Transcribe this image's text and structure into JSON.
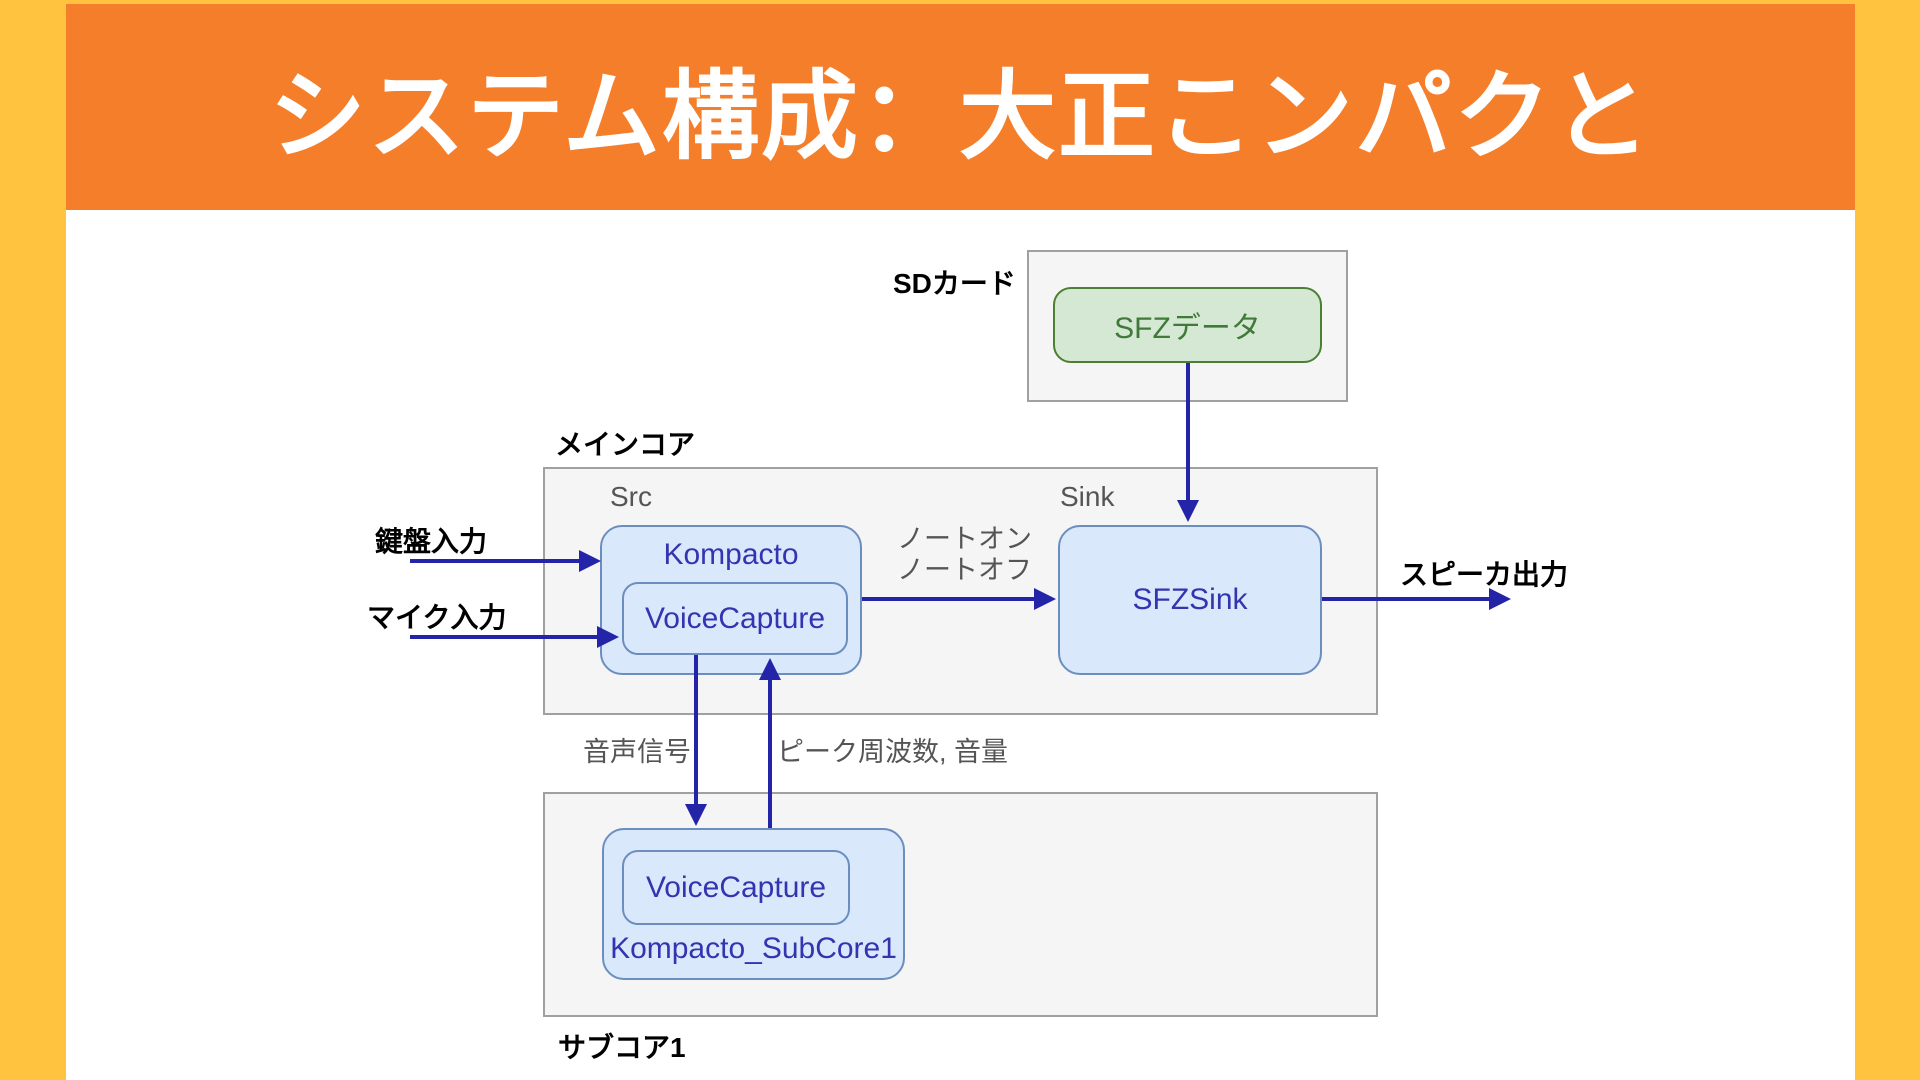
{
  "slide": {
    "title": "システム構成：大正こンパクと"
  },
  "colors": {
    "background_yellow": "#ffc33f",
    "banner_orange": "#f57e2b",
    "arrow_navy": "#2424a8",
    "node_blue_fill": "#dae8fc",
    "node_blue_border": "#6c8ebf",
    "node_blue_text": "#3434b0",
    "node_green_fill": "#d5e8d4",
    "node_green_border": "#4c7f33",
    "container_fill": "#f5f5f5",
    "container_border": "#a0a0a0"
  },
  "diagram": {
    "sd_card": {
      "label": "SDカード",
      "sfz_data": "SFZデータ"
    },
    "main_core": {
      "label": "メインコア",
      "src_group": "Src",
      "sink_group": "Sink",
      "kompacto": "Kompacto",
      "voice_capture": "VoiceCapture",
      "sfz_sink": "SFZSink"
    },
    "sub_core": {
      "label": "サブコア1",
      "kompacto_subcore": "Kompacto_SubCore1",
      "voice_capture": "VoiceCapture"
    },
    "inputs": {
      "keyboard": "鍵盤入力",
      "mic": "マイク入力"
    },
    "outputs": {
      "speaker": "スピーカ出力"
    },
    "edges": {
      "note_on": "ノートオン",
      "note_off": "ノートオフ",
      "audio_signal": "音声信号",
      "peak_freq_volume": "ピーク周波数, 音量"
    }
  }
}
